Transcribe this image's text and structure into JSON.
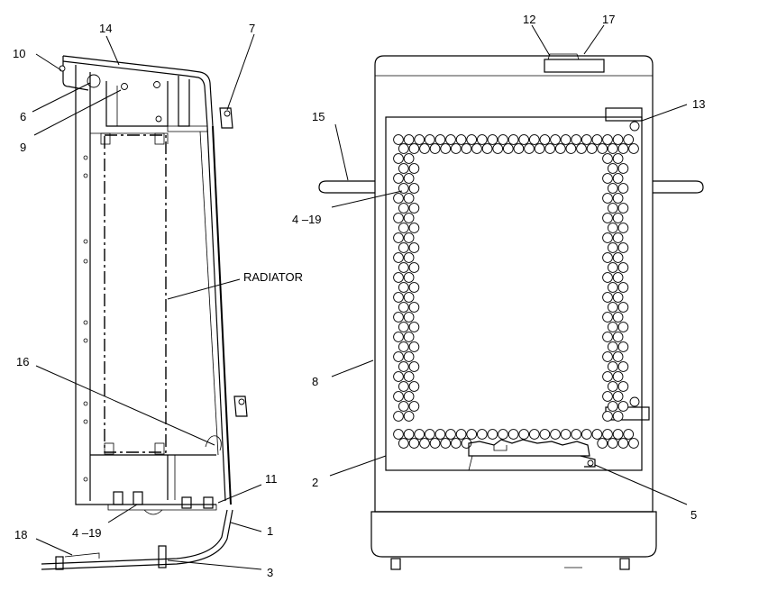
{
  "callouts": {
    "c1": "1",
    "c2": "2",
    "c3": "3",
    "c5": "5",
    "c6": "6",
    "c7": "7",
    "c8": "8",
    "c9": "9",
    "c10": "10",
    "c11": "11",
    "c12": "12",
    "c13": "13",
    "c14": "14",
    "c15": "15",
    "c16": "16",
    "c17": "17",
    "c18": "18",
    "c4_19_left": "4 –19",
    "c4_19_right": "4 –19",
    "radiator": "RADIATOR"
  },
  "colors": {
    "line": "#000000",
    "background": "#ffffff"
  }
}
